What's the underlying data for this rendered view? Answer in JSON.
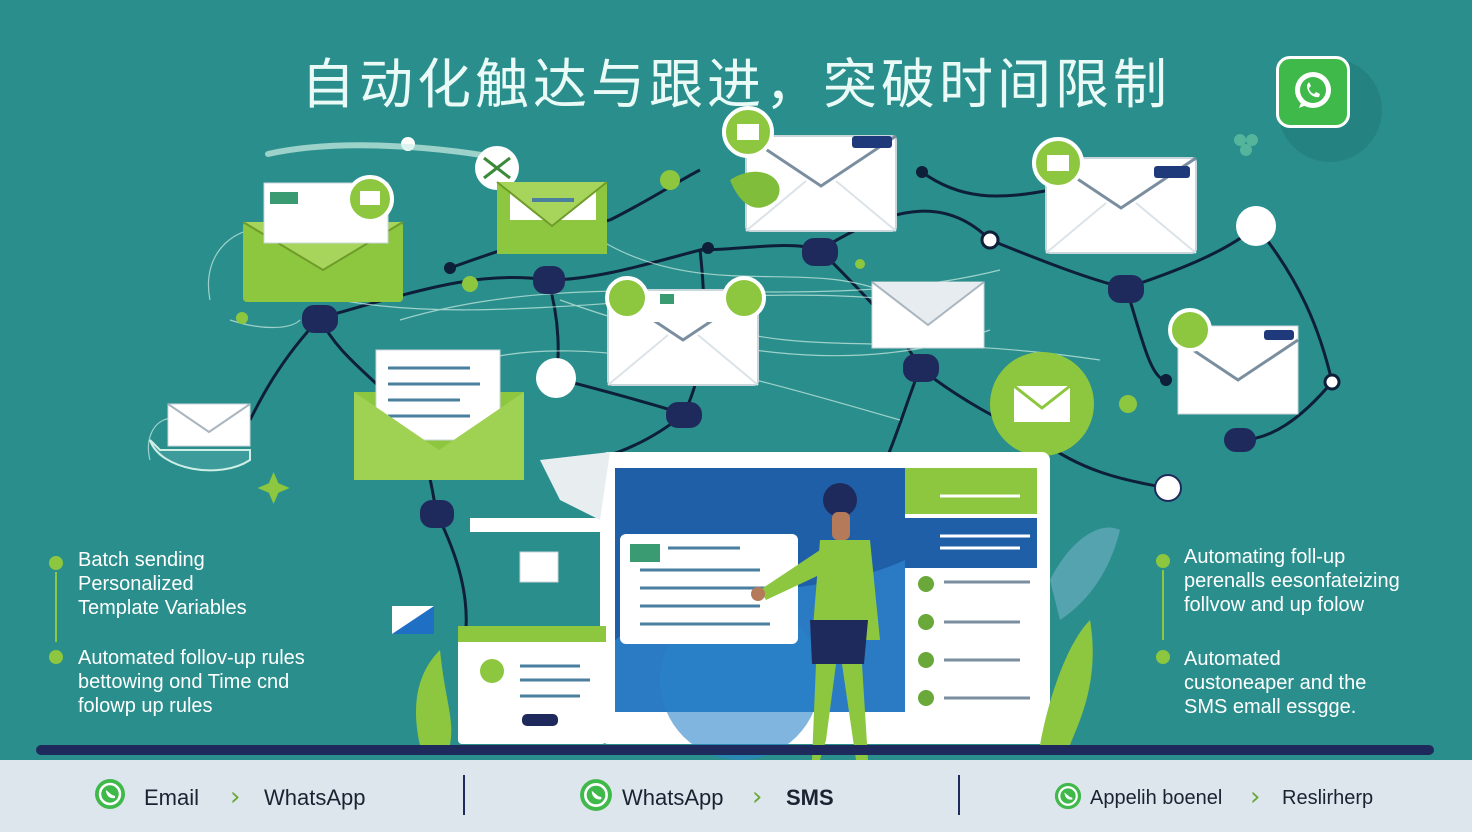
{
  "title": "自动化触达与跟进，突破时间限制",
  "colors": {
    "background": "#2a8f8c",
    "accent_green": "#8dc63f",
    "navy": "#1f2a5c",
    "white": "#ffffff",
    "bottom_bar": "#dde6ec"
  },
  "icons": [
    "whatsapp-icon",
    "envelope-icon",
    "chat-icon",
    "person-figure",
    "laptop-screen"
  ],
  "left_panel": {
    "group1": [
      "Batch sending",
      "Personalized",
      "Template Variables"
    ],
    "group2": [
      "Automated follov-up rules",
      "bettowing ond Time cnd",
      "folowp up rules"
    ]
  },
  "right_panel": {
    "group1": [
      "Automating foll-up",
      "perenalls eesonfateizing",
      "follvow and up folow"
    ],
    "group2": [
      "Automated",
      "custoneaper and  the",
      "SMS emall essgge."
    ]
  },
  "bottom_bar": {
    "segment1": {
      "a": "Email",
      "b": "WhatsApp"
    },
    "segment2": {
      "a": "WhatsApp",
      "b": "SMS"
    },
    "segment3": {
      "a": "Appelih boenel",
      "b": "Reslirherp"
    }
  }
}
